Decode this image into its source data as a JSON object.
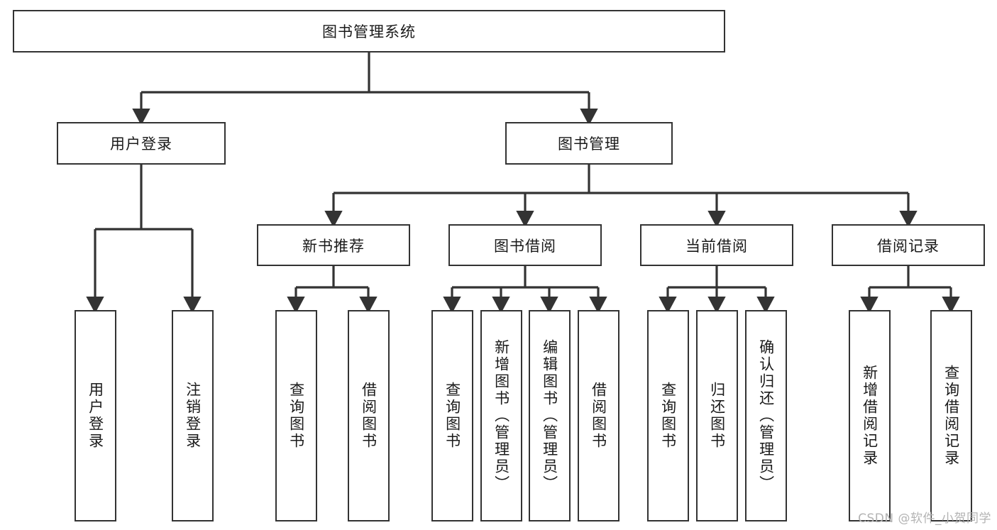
{
  "diagram": {
    "type": "tree-hierarchy",
    "root": {
      "id": "root",
      "label": "图书管理系统"
    },
    "level2": [
      {
        "id": "user-login",
        "label": "用户登录"
      },
      {
        "id": "book-admin",
        "label": "图书管理"
      }
    ],
    "level3": [
      {
        "id": "new-book-rec",
        "label": "新书推荐",
        "parent": "book-admin"
      },
      {
        "id": "book-borrow",
        "label": "图书借阅",
        "parent": "book-admin"
      },
      {
        "id": "current-borrow",
        "label": "当前借阅",
        "parent": "book-admin"
      },
      {
        "id": "borrow-record",
        "label": "借阅记录",
        "parent": "book-admin"
      }
    ],
    "leaves": [
      {
        "id": "leaf-user-login",
        "label": "用户登录",
        "parent": "user-login"
      },
      {
        "id": "leaf-logout-login",
        "label": "注销登录",
        "parent": "user-login"
      },
      {
        "id": "leaf-query-book-1",
        "label": "查询图书",
        "parent": "new-book-rec"
      },
      {
        "id": "leaf-borrow-book-1",
        "label": "借阅图书",
        "parent": "new-book-rec"
      },
      {
        "id": "leaf-query-book-2",
        "label": "查询图书",
        "parent": "book-borrow"
      },
      {
        "id": "leaf-add-book",
        "label": "新增图书（管理员）",
        "parent": "book-borrow"
      },
      {
        "id": "leaf-edit-book",
        "label": "编辑图书（管理员）",
        "parent": "book-borrow"
      },
      {
        "id": "leaf-borrow-book-2",
        "label": "借阅图书",
        "parent": "book-borrow"
      },
      {
        "id": "leaf-query-book-3",
        "label": "查询图书",
        "parent": "current-borrow"
      },
      {
        "id": "leaf-return-book",
        "label": "归还图书",
        "parent": "current-borrow"
      },
      {
        "id": "leaf-confirm-return",
        "label": "确认归还（管理员）",
        "parent": "current-borrow"
      },
      {
        "id": "leaf-add-record",
        "label": "新增借阅记录",
        "parent": "borrow-record"
      },
      {
        "id": "leaf-query-record",
        "label": "查询借阅记录",
        "parent": "borrow-record"
      }
    ],
    "colors": {
      "stroke": "#333333",
      "fill": "#ffffff",
      "text": "#1a1a1a",
      "watermark": "#b3b3b3"
    }
  },
  "watermark": {
    "text": "CSDN @软件_小贺同学"
  }
}
